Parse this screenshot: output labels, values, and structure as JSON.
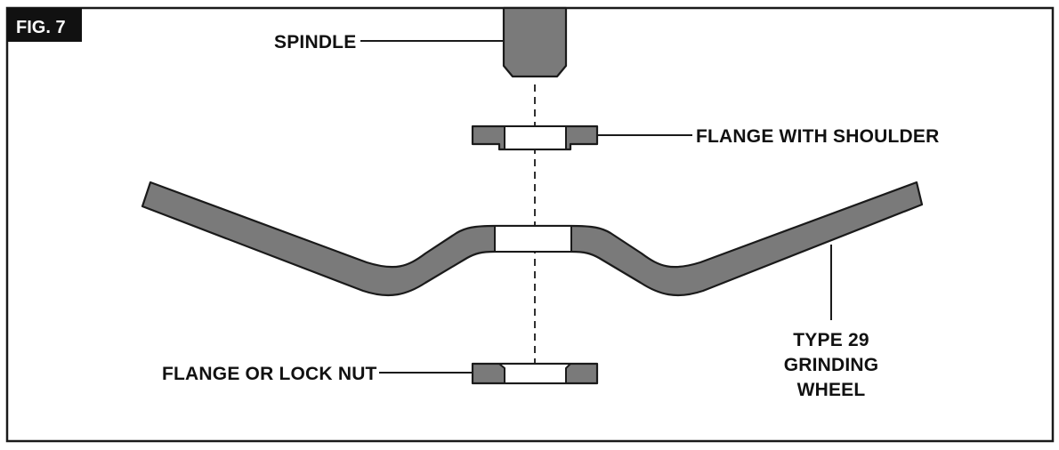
{
  "figure": {
    "tag": "FIG. 7",
    "colors": {
      "part_fill": "#7a7a7a",
      "outline": "#1a1a1a",
      "background": "#ffffff"
    }
  },
  "labels": {
    "spindle": "SPINDLE",
    "flange_with_shoulder": "FLANGE WITH SHOULDER",
    "flange_or_lock_nut": "FLANGE OR LOCK NUT",
    "wheel_line1": "TYPE 29",
    "wheel_line2": "GRINDING",
    "wheel_line3": "WHEEL"
  }
}
